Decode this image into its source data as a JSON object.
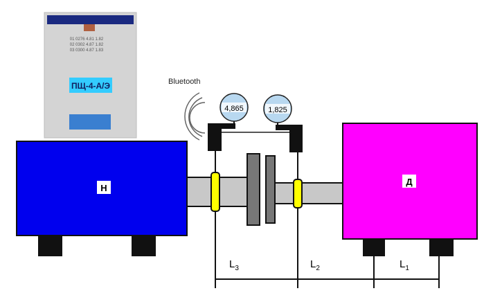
{
  "device": {
    "model_label": "ПЩ-4-А/Э",
    "screen_rows": [
      "01  0276   4.81   1.82",
      "02  0302   4.87   1.82",
      "03  0300   4.87   1.83"
    ]
  },
  "wireless_label": "Bluetooth",
  "gauges": {
    "left_value": "4,865",
    "right_value": "1,825"
  },
  "machines": {
    "left_label": "Н",
    "right_label": "Д"
  },
  "dimensions": {
    "l3": "L",
    "l3_sub": "3",
    "l2": "L",
    "l2_sub": "2",
    "l1": "L",
    "l1_sub": "1"
  },
  "colors": {
    "pump": "#0000ee",
    "motor": "#ff00ff",
    "shaft": "#c8c8c8",
    "ring": "#ffff00",
    "gauge": "#b8d8f0"
  }
}
